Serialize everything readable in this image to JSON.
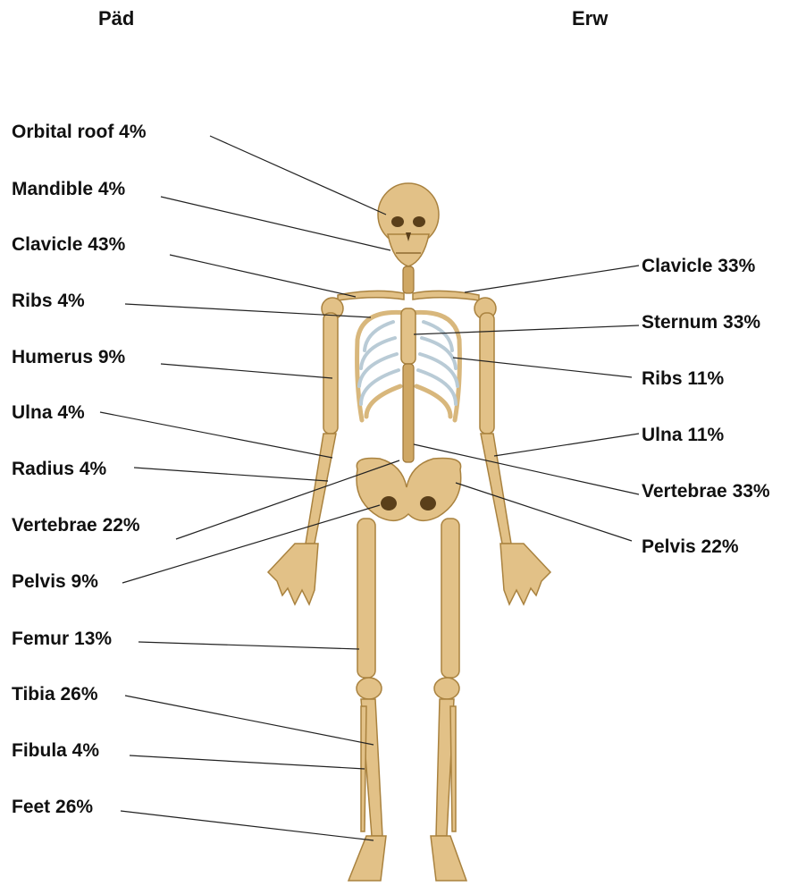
{
  "header": {
    "left": "Päd",
    "right": "Erw"
  },
  "left_labels": [
    {
      "text": "Orbital roof 4%"
    },
    {
      "text": "Mandible 4%"
    },
    {
      "text": "Clavicle 43%"
    },
    {
      "text": "Ribs 4%"
    },
    {
      "text": "Humerus 9%"
    },
    {
      "text": "Ulna 4%"
    },
    {
      "text": "Radius 4%"
    },
    {
      "text": "Vertebrae 22%"
    },
    {
      "text": "Pelvis 9%"
    },
    {
      "text": "Femur 13%"
    },
    {
      "text": "Tibia 26%"
    },
    {
      "text": "Fibula 4%"
    },
    {
      "text": "Feet 26%"
    }
  ],
  "right_labels": [
    {
      "text": "Clavicle 33%"
    },
    {
      "text": "Sternum 33%"
    },
    {
      "text": "Ribs 11%"
    },
    {
      "text": "Ulna 11%"
    },
    {
      "text": "Vertebrae 33%"
    },
    {
      "text": "Pelvis 22%"
    }
  ]
}
